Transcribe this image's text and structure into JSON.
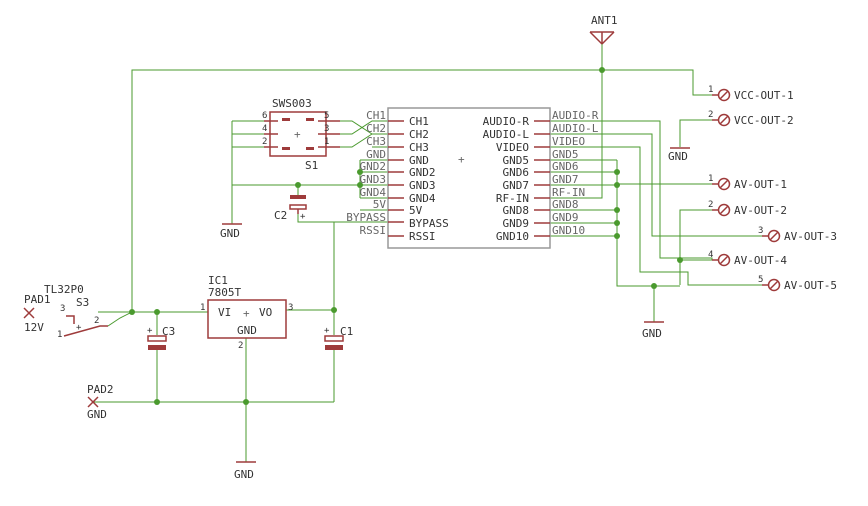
{
  "antenna": {
    "name": "ANT1"
  },
  "switch_sw": {
    "name": "SWS003",
    "value": "S1",
    "pins": [
      "6",
      "4",
      "2",
      "5",
      "3",
      "1"
    ]
  },
  "ic1": {
    "name": "IC1",
    "value": "7805T",
    "pin_vi": "VI",
    "pin_vo": "VO",
    "pin_gnd": "GND",
    "pin1": "1",
    "pin2": "2",
    "pin3": "3"
  },
  "switch_power": {
    "name": "S3",
    "value": "TL32P0",
    "pins": [
      "3",
      "2",
      "1"
    ]
  },
  "pads": [
    {
      "name": "PAD1",
      "value": "12V"
    },
    {
      "name": "PAD2",
      "value": "GND"
    }
  ],
  "capacitors": [
    "C1",
    "C2",
    "C3"
  ],
  "module": {
    "left_pins": [
      "CH1",
      "CH2",
      "CH3",
      "GND",
      "GND2",
      "GND3",
      "GND4",
      "5V",
      "BYPASS",
      "RSSI"
    ],
    "right_pins": [
      "AUDIO-R",
      "AUDIO-L",
      "VIDEO",
      "GND5",
      "GND6",
      "GND7",
      "RF-IN",
      "GND8",
      "GND9",
      "GND10"
    ]
  },
  "net_left": [
    "CH1",
    "CH2",
    "CH3",
    "GND",
    "GND2",
    "GND3",
    "GND4",
    "5V",
    "BYPASS",
    "RSSI"
  ],
  "net_right": [
    "AUDIO-R",
    "AUDIO-L",
    "VIDEO",
    "GND5",
    "GND6",
    "GND7",
    "RF-IN",
    "GND8",
    "GND9",
    "GND10"
  ],
  "connectors": [
    {
      "pin": "1",
      "name": "VCC-OUT-1"
    },
    {
      "pin": "2",
      "name": "VCC-OUT-2"
    },
    {
      "pin": "1",
      "name": "AV-OUT-1"
    },
    {
      "pin": "2",
      "name": "AV-OUT-2"
    },
    {
      "pin": "3",
      "name": "AV-OUT-3"
    },
    {
      "pin": "4",
      "name": "AV-OUT-4"
    },
    {
      "pin": "5",
      "name": "AV-OUT-5"
    }
  ],
  "gnd_label": "GND"
}
